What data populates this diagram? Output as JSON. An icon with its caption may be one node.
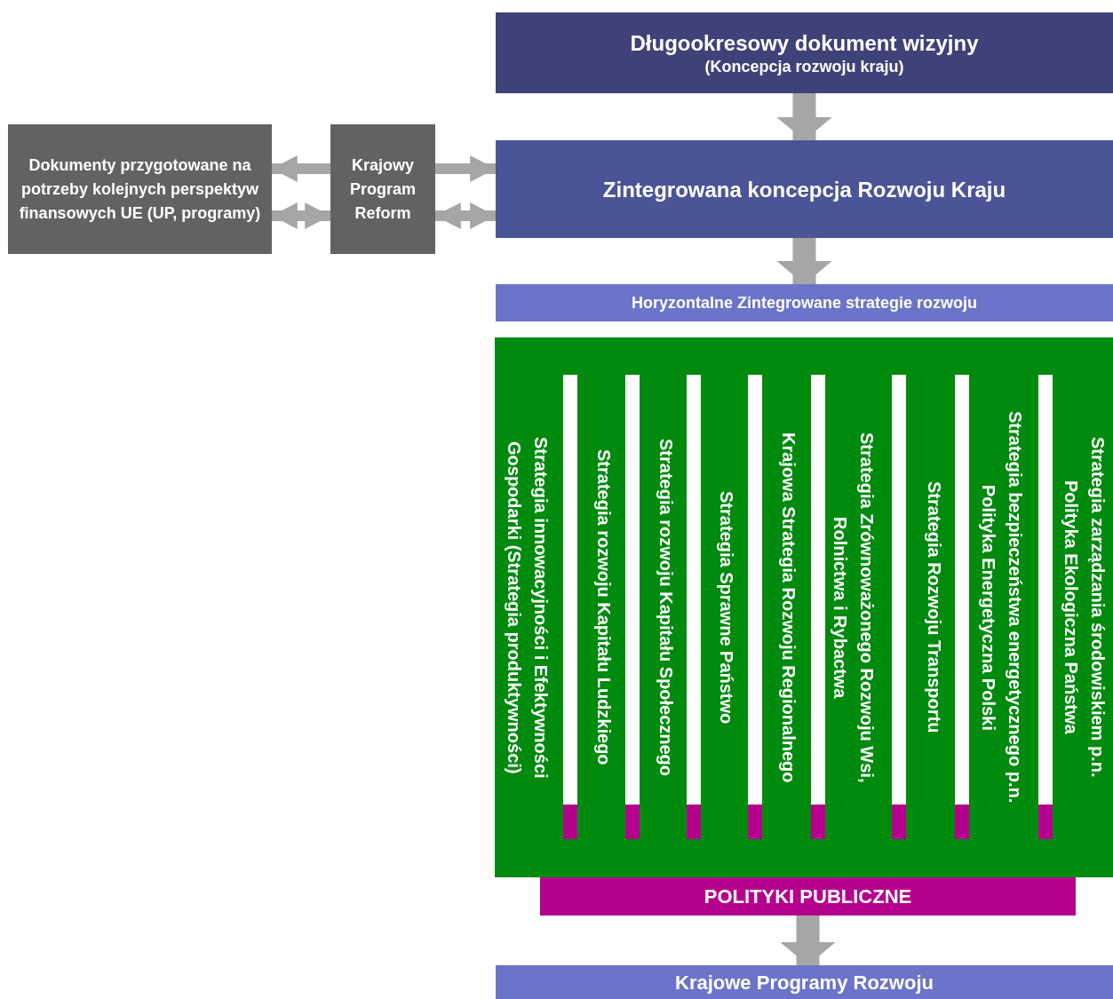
{
  "diagram": {
    "nodes": [
      {
        "text": [
          "Długookresowy dokument wizyjny",
          "(Koncepcja rozwoju kraju)"
        ]
      },
      {
        "text": [
          "Dokumenty przygotowane na potrzeby kolejnych perspektyw finansowych UE (UP, programy)"
        ]
      },
      {
        "text": [
          "Krajowy Program Reform"
        ]
      },
      {
        "text": [
          "Zintegrowana koncepcja Rozwoju Kraju"
        ]
      },
      {
        "text": [
          "Horyzontalne Zintegrowane strategie rozwoju"
        ]
      },
      {
        "text": [],
        "shape": "box"
      },
      {
        "text": [
          "Strategia innowacyjności i Efektywności Gospodarki (Strategia produktywności)"
        ],
        "in": 5
      },
      {
        "text": [
          "Strategia rozwoju Kapitału Ludzkiego"
        ],
        "in": 5
      },
      {
        "text": [
          "Strategia rozwoju Kapitału Społecznego"
        ],
        "in": 5
      },
      {
        "text": [
          "Strategia Sprawne Państwo"
        ],
        "in": 5
      },
      {
        "text": [
          "Krajowa Strategia Rozwoju Regionalnego"
        ],
        "in": 5
      },
      {
        "text": [
          "Strategia Zrównoważonego Rozwoju Wsi, Rolnictwa i Rybactwa"
        ],
        "in": 5
      },
      {
        "text": [
          "Strategia Rozwoju Transportu"
        ],
        "in": 5
      },
      {
        "text": [
          "Strategia bezpieczeństwa energetycznego p.n. Polityka Energetyczna Polski"
        ],
        "in": 5
      },
      {
        "text": [
          "Strategia zarządzania środowiskiem p.n. Polityka Ekologiczna Państwa"
        ],
        "in": 5
      },
      {
        "text": [
          "POLITYKI PUBLICZNE"
        ]
      },
      {
        "text": [
          "Krajowe Programy Rozwoju"
        ]
      },
      {
        "text": [],
        "shape": "bar",
        "in": 5
      },
      {
        "text": [],
        "shape": "bar",
        "in": 5
      },
      {
        "text": [],
        "shape": "bar",
        "in": 5
      },
      {
        "text": [],
        "shape": "bar",
        "in": 5
      },
      {
        "text": [],
        "shape": "bar",
        "in": 5
      },
      {
        "text": [],
        "shape": "bar",
        "in": 5
      },
      {
        "text": [],
        "shape": "bar",
        "in": 5
      },
      {
        "text": [],
        "shape": "bar",
        "in": 5
      }
    ],
    "edges": [
      {
        "from": 0,
        "to": 3,
        "arrow": "to",
        "style": "thick"
      },
      {
        "from": 2,
        "to": 1,
        "arrow": "to"
      },
      {
        "from": 1,
        "to": 2,
        "arrow": "both"
      },
      {
        "from": 2,
        "to": 3,
        "arrow": "to"
      },
      {
        "from": 2,
        "to": 3,
        "arrow": "both"
      },
      {
        "from": 3,
        "to": 4,
        "arrow": "to",
        "style": "thick"
      },
      {
        "from": 15,
        "to": 16,
        "arrow": "to",
        "style": "thick"
      }
    ]
  }
}
